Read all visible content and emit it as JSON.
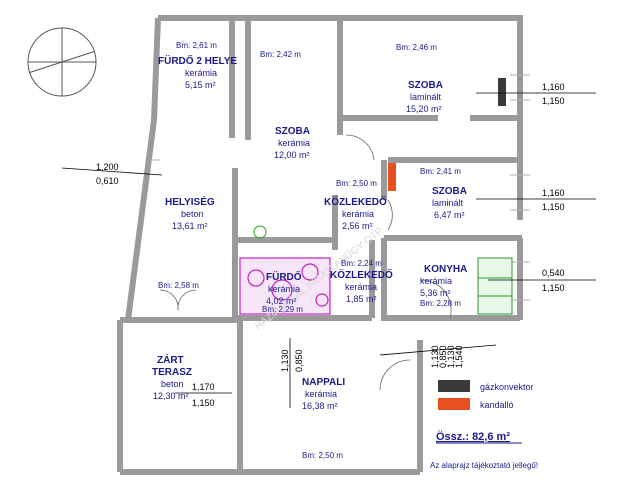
{
  "rooms": {
    "furdo2": {
      "name": "FÜRDŐ 2 HELYE",
      "material": "kerámia",
      "area": "5,15 m²",
      "bm": "Bm: 2,61 m"
    },
    "szoba1": {
      "name": "SZOBA",
      "material": "kerámia",
      "area": "12,00 m²",
      "bm": "Bm: 2,42 m"
    },
    "szoba2": {
      "name": "SZOBA",
      "material": "laminált",
      "area": "15,20 m²",
      "bm": "Bm: 2,46 m"
    },
    "szoba3": {
      "name": "SZOBA",
      "material": "laminált",
      "area": "6,47 m²",
      "bm": "Bm: 2,41 m"
    },
    "helyiseg": {
      "name": "HELYISÉG",
      "material": "beton",
      "area": "13,61 m²",
      "bm": "Bm: 2,58 m"
    },
    "kozlekedo1": {
      "name": "KÖZLEKEDŐ",
      "material": "kerámia",
      "area": "2,56 m²",
      "bm": "Bm: 2,50 m"
    },
    "kozlekedo2": {
      "name": "KÖZLEKEDŐ",
      "material": "kerámia",
      "area": "1,85 m²",
      "bm": "Bm: 2,24 m"
    },
    "furdo": {
      "name": "FÜRDŐ",
      "material": "kerámia",
      "area": "4,02 m²",
      "bm": "Bm: 2,29 m"
    },
    "konyha": {
      "name": "KONYHA",
      "material": "kerámia",
      "area": "5,36 m²",
      "bm": "Bm: 2,28 m"
    },
    "terasz": {
      "name1": "ZÁRT",
      "name2": "TERASZ",
      "material": "beton",
      "area": "12,30 m²"
    },
    "nappali": {
      "name": "NAPPALI",
      "material": "kerámia",
      "area": "16,38 m²",
      "bm": "Bm: 2,50 m"
    }
  },
  "dimensions": {
    "w1_top": "1,160",
    "w1_bot": "1,150",
    "w2_top": "1,160",
    "w2_bot": "1,150",
    "w3_top": "0,540",
    "w3_bot": "1,150",
    "left_top": "1,200",
    "left_bot": "0,610",
    "terasz_top": "1,170",
    "terasz_bot": "1,150",
    "nap_v1": "1,130",
    "nap_v2": "0,850",
    "center_v1": "1,130",
    "center_v2": "0,850",
    "center_v3": "1,130",
    "center_v4": "1,540"
  },
  "legend": {
    "gaz_label": "gázkonvektor",
    "gaz_color": "#3a3a3a",
    "kandallo_label": "kandalló",
    "kandallo_color": "#e8501e"
  },
  "total": "Össz.: 82,6 m²",
  "note": "Az alaprajz tájékoztató jellegű!",
  "watermark": "HÁZIPORTÁL INGATLANÜGY OTP",
  "colors": {
    "wall": "#9a9a9a",
    "text": "#1a1a8c",
    "fixture": "#c020c0"
  }
}
